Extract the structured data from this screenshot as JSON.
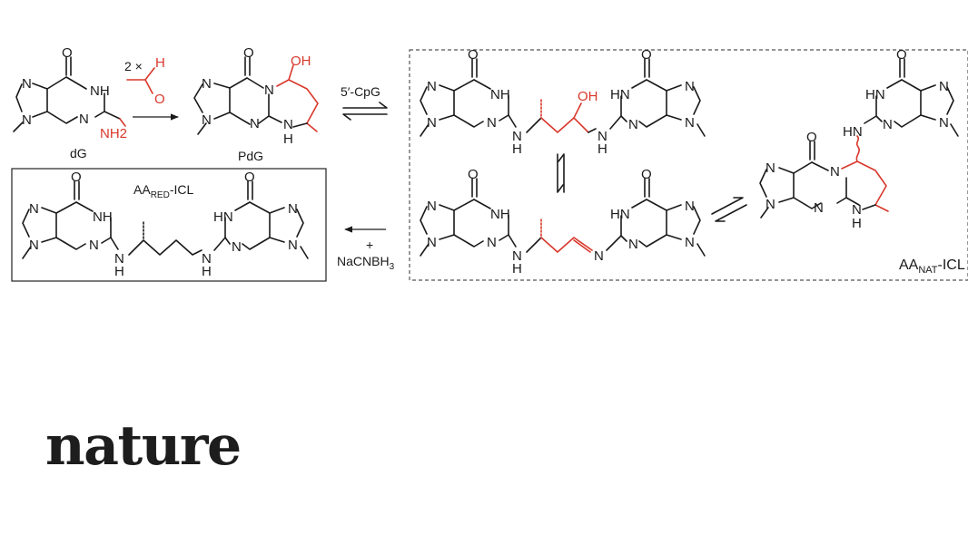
{
  "scheme": {
    "dG": {
      "label": "dG",
      "amine": "NH2"
    },
    "reagent": {
      "prefix": "2 ×",
      "aldehyde_H": "H",
      "aldehyde_O": "O"
    },
    "PdG": {
      "label": "PdG",
      "hydroxyl": "OH"
    },
    "cpg": {
      "label": "5′-CpG"
    },
    "carbinolamine": {
      "hydroxyl": "OH"
    },
    "reduction": {
      "plus": "+",
      "reagent": "NaCNBH3"
    },
    "aa_red": {
      "label": "AARED-ICL"
    },
    "aa_nat": {
      "label": "AANAT-ICL"
    },
    "atoms": {
      "N": "N",
      "NH": "NH",
      "HN": "HN",
      "O": "O",
      "H": "H"
    }
  },
  "colors": {
    "structure": "#1a1a1a",
    "highlight": "#d8382b"
  },
  "brand": {
    "logo": "nature"
  }
}
